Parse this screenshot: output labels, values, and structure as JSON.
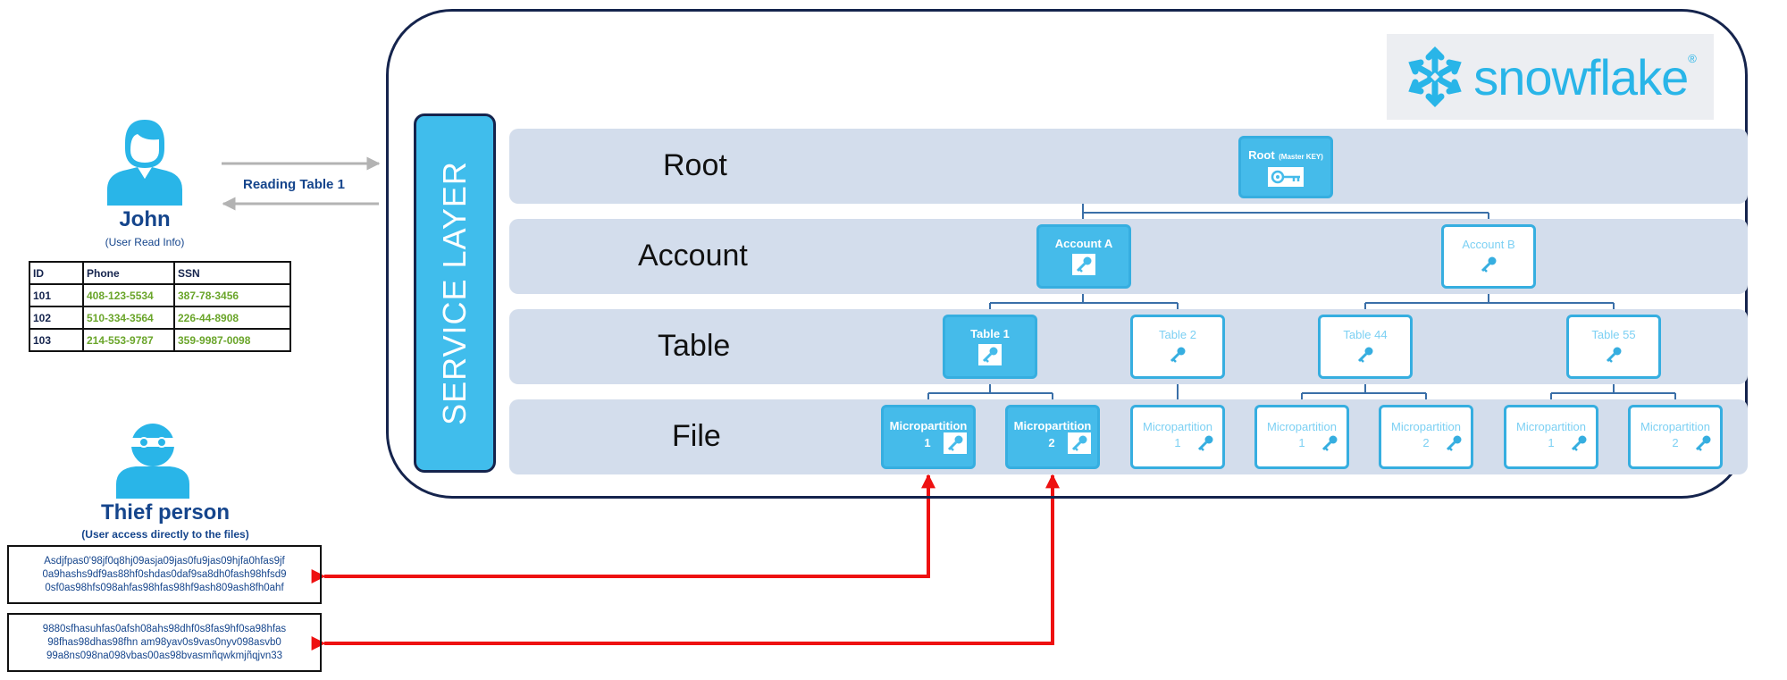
{
  "logo": {
    "text": "snowflake",
    "reg": "®",
    "color": "#29b5e8"
  },
  "service_layer": {
    "label": "SERVICE LAYER"
  },
  "layers": [
    {
      "id": "root",
      "label": "Root"
    },
    {
      "id": "account",
      "label": "Account"
    },
    {
      "id": "table",
      "label": "Table"
    },
    {
      "id": "file",
      "label": "File"
    }
  ],
  "nodes": {
    "root": {
      "label": "Root",
      "sublabel": "(Master KEY)"
    },
    "account_a": {
      "label": "Account A"
    },
    "account_b": {
      "label": "Account B"
    },
    "table_1": {
      "label": "Table 1"
    },
    "table_2": {
      "label": "Table 2"
    },
    "table_44": {
      "label": "Table 44"
    },
    "table_55": {
      "label": "Table 55"
    },
    "mp_t1_1": {
      "label": "Micropartition",
      "num": "1"
    },
    "mp_t1_2": {
      "label": "Micropartition",
      "num": "2"
    },
    "mp_t2_1": {
      "label": "Micropartition",
      "num": "1"
    },
    "mp_t44_1": {
      "label": "Micropartition",
      "num": "1"
    },
    "mp_t44_2": {
      "label": "Micropartition",
      "num": "2"
    },
    "mp_t55_1": {
      "label": "Micropartition",
      "num": "1"
    },
    "mp_t55_2": {
      "label": "Micropartition",
      "num": "2"
    }
  },
  "john": {
    "name": "John",
    "subtitle": "(User Read Info)",
    "arrow_label": "Reading Table 1",
    "table": {
      "headers": [
        "ID",
        "Phone",
        "SSN"
      ],
      "rows": [
        [
          "101",
          "408-123-5534",
          "387-78-3456"
        ],
        [
          "102",
          "510-334-3564",
          "226-44-8908"
        ],
        [
          "103",
          "214-553-9787",
          "359-9987-0098"
        ]
      ]
    }
  },
  "thief": {
    "name": "Thief person",
    "subtitle": "(User access directly to the files)",
    "cipher_1": [
      "Asdjfpas0'98jf0q8hj09asja09jas0fu9jas09hjfa0hfas9jf",
      "0a9hashs9df9as88hf0shdas0daf9sa8dh0fash98hfsd9",
      "0sf0as98hfs098ahfas98hfas98hf9ash809ash8fh0ahf"
    ],
    "cipher_2": [
      "9880sfhasuhfas0afsh08ahs98dhf0s8fas9hf0sa98hfas",
      "98fhas98dhas98fhn am98yav0s9vas0nyv098asvb0",
      "99a8ns098na098vbas00as98bvasmñqwkmjñqjvn33"
    ]
  },
  "colors": {
    "accent": "#45bbea",
    "band": "#d3ddec",
    "navy": "#15244d",
    "alert": "#ee1111"
  }
}
